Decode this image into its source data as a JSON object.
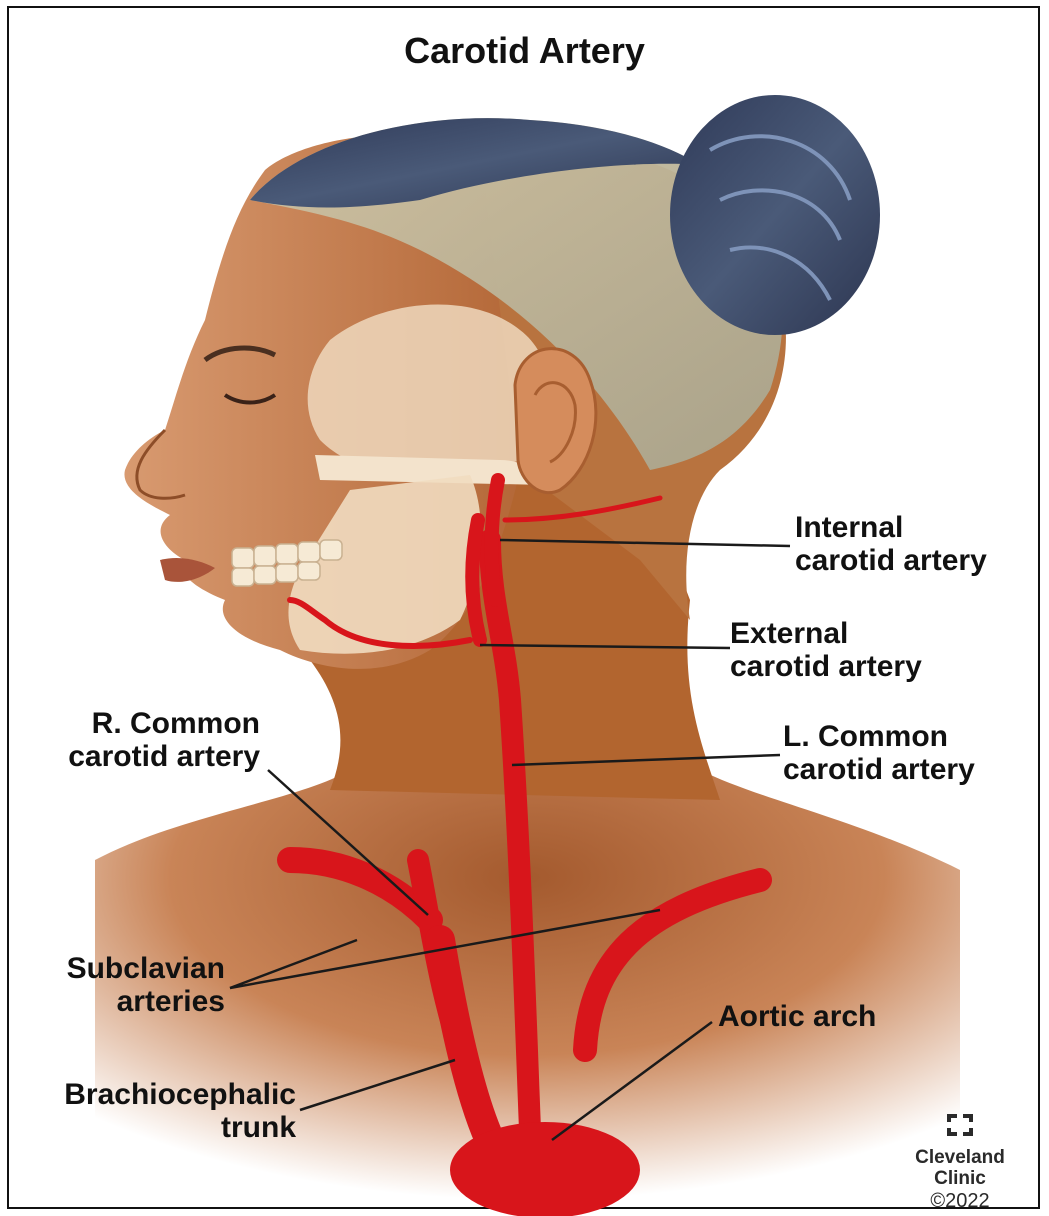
{
  "title": "Carotid Artery",
  "labels": {
    "internal": [
      "Internal",
      "carotid artery"
    ],
    "external": [
      "External",
      "carotid artery"
    ],
    "l_common": [
      "L. Common",
      "carotid artery"
    ],
    "r_common": [
      "R. Common",
      "carotid artery"
    ],
    "subclavian": [
      "Subclavian",
      "arteries"
    ],
    "aortic": "Aortic arch",
    "brachio": [
      "Brachiocephalic",
      "trunk"
    ]
  },
  "logo": {
    "name1": "Cleveland",
    "name2": "Clinic",
    "year": "©2022"
  },
  "colors": {
    "artery": "#d8151b",
    "skin": "#b86a3a",
    "skin_light": "#dca079",
    "hair": "#3d4660",
    "bone": "#f1dcc0"
  }
}
